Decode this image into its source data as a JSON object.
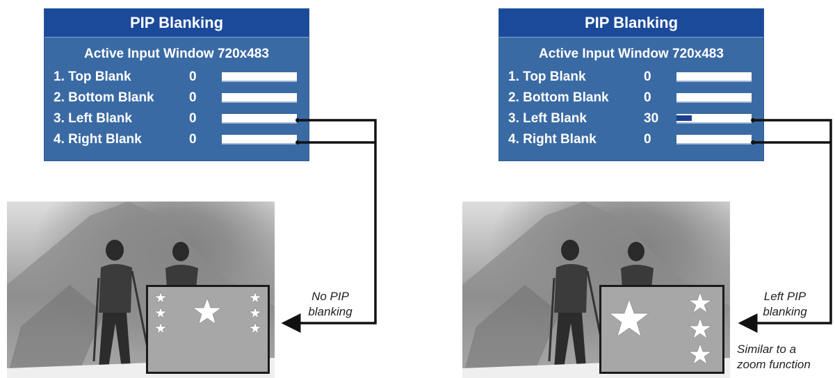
{
  "left_panel": {
    "menu": {
      "title": "PIP Blanking",
      "subtitle": "Active Input Window 720x483",
      "items": [
        {
          "label": "1. Top Blank",
          "value": "0",
          "level": 0
        },
        {
          "label": "2. Bottom Blank",
          "value": "0",
          "level": 0
        },
        {
          "label": "3. Left Blank",
          "value": "0",
          "level": 0
        },
        {
          "label": "4. Right Blank",
          "value": "0",
          "level": 0
        }
      ]
    },
    "caption": [
      "No PIP",
      "blanking"
    ]
  },
  "right_panel": {
    "menu": {
      "title": "PIP Blanking",
      "subtitle": "Active Input Window 720x483",
      "items": [
        {
          "label": "1. Top Blank",
          "value": "0",
          "level": 0
        },
        {
          "label": "2. Bottom Blank",
          "value": "0",
          "level": 0
        },
        {
          "label": "3. Left Blank",
          "value": "30",
          "level": 0.2
        },
        {
          "label": "4. Right Blank",
          "value": "0",
          "level": 0
        }
      ]
    },
    "caption": [
      "Left PIP",
      "blanking"
    ],
    "note": [
      "Similar to a",
      "zoom function"
    ]
  },
  "colors": {
    "menu_bg": "#3a6aa4",
    "title_bg": "#1c4a9a",
    "bar_fill": "#1c3f8f",
    "pip_bg": "#a7a7a7",
    "arrow": "#111111"
  }
}
